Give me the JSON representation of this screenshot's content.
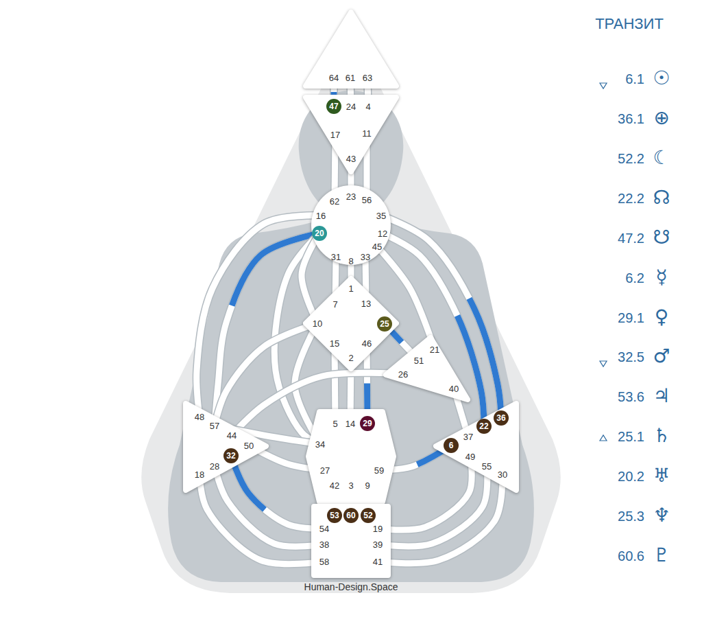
{
  "diagram": {
    "title": "ТРАНЗИТ",
    "nodes": [
      {
        "text": [
          "64",
          "61",
          "63"
        ]
      },
      {
        "text": [
          "47",
          "24",
          "4",
          "17",
          "11",
          "43"
        ]
      },
      {
        "text": [
          "62",
          "23",
          "56",
          "16",
          "35",
          "20",
          "12",
          "45",
          "31",
          "8",
          "33"
        ]
      },
      {
        "text": [
          "1",
          "7",
          "13",
          "10",
          "25",
          "15",
          "46",
          "2"
        ]
      },
      {
        "text": [
          "21",
          "51",
          "26",
          "40"
        ]
      },
      {
        "text": [
          "48",
          "57",
          "44",
          "50",
          "32",
          "28",
          "18"
        ]
      },
      {
        "text": [
          "5",
          "14",
          "29",
          "34",
          "27",
          "59",
          "42",
          "3",
          "9"
        ]
      },
      {
        "text": [
          "36",
          "22",
          "37",
          "6",
          "49",
          "55",
          "30"
        ]
      },
      {
        "text": [
          "53",
          "60",
          "52",
          "54",
          "19",
          "38",
          "39",
          "58",
          "41"
        ]
      }
    ],
    "edges": [
      {
        "from": 0,
        "to": 1,
        "arrow": "none"
      },
      {
        "from": 0,
        "to": 1,
        "arrow": "none"
      },
      {
        "from": 0,
        "to": 1,
        "arrow": "none"
      },
      {
        "from": 1,
        "to": 2,
        "arrow": "none"
      },
      {
        "from": 1,
        "to": 2,
        "arrow": "none"
      },
      {
        "from": 1,
        "to": 2,
        "arrow": "none"
      },
      {
        "from": 2,
        "to": 3,
        "arrow": "none"
      },
      {
        "from": 2,
        "to": 3,
        "arrow": "none"
      },
      {
        "from": 2,
        "to": 3,
        "arrow": "none"
      },
      {
        "from": 2,
        "to": 4,
        "arrow": "none"
      },
      {
        "from": 2,
        "to": 5,
        "arrow": "none"
      },
      {
        "from": 2,
        "to": 5,
        "arrow": "none"
      },
      {
        "from": 2,
        "to": 6,
        "arrow": "none"
      },
      {
        "from": 2,
        "to": 3,
        "arrow": "none"
      },
      {
        "from": 2,
        "to": 7,
        "arrow": "none"
      },
      {
        "from": 2,
        "to": 7,
        "arrow": "none"
      },
      {
        "from": 3,
        "to": 4,
        "arrow": "none"
      },
      {
        "from": 3,
        "to": 5,
        "arrow": "none"
      },
      {
        "from": 3,
        "to": 6,
        "arrow": "none"
      },
      {
        "from": 3,
        "to": 6,
        "arrow": "none"
      },
      {
        "from": 3,
        "to": 6,
        "arrow": "none"
      },
      {
        "from": 3,
        "to": 6,
        "arrow": "none"
      },
      {
        "from": 4,
        "to": 5,
        "arrow": "none"
      },
      {
        "from": 4,
        "to": 7,
        "arrow": "none"
      },
      {
        "from": 5,
        "to": 6,
        "arrow": "none"
      },
      {
        "from": 5,
        "to": 6,
        "arrow": "none"
      },
      {
        "from": 6,
        "to": 7,
        "arrow": "none"
      },
      {
        "from": 6,
        "to": 8,
        "arrow": "none"
      },
      {
        "from": 6,
        "to": 8,
        "arrow": "none"
      },
      {
        "from": 6,
        "to": 8,
        "arrow": "none"
      },
      {
        "from": 5,
        "to": 8,
        "arrow": "none"
      },
      {
        "from": 5,
        "to": 8,
        "arrow": "none"
      },
      {
        "from": 5,
        "to": 8,
        "arrow": "none"
      },
      {
        "from": 7,
        "to": 8,
        "arrow": "none"
      },
      {
        "from": 7,
        "to": 8,
        "arrow": "none"
      },
      {
        "from": 7,
        "to": 8,
        "arrow": "none"
      }
    ],
    "labels": [
      "6.1",
      "☉",
      "36.1",
      "⊕",
      "52.2",
      "☾",
      "22.2",
      "☊",
      "47.2",
      "☋",
      "6.2",
      "☿",
      "29.1",
      "♀",
      "32.5",
      "♂",
      "53.6",
      "♃",
      "25.1",
      "♄",
      "20.2",
      "♅",
      "25.3",
      "♆",
      "60.6",
      "♇",
      "Human-Design.Space"
    ]
  }
}
